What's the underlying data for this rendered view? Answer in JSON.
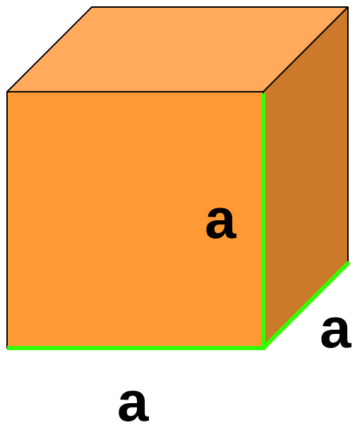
{
  "colors": {
    "front_face": "#FF9933",
    "top_face": "#FFAA5C",
    "side_face": "#CC7A29",
    "outline": "#000000",
    "highlight_edge": "#33FF00",
    "background": "#FFFFFF"
  },
  "labels": {
    "height": "a",
    "depth": "a",
    "width": "a"
  }
}
